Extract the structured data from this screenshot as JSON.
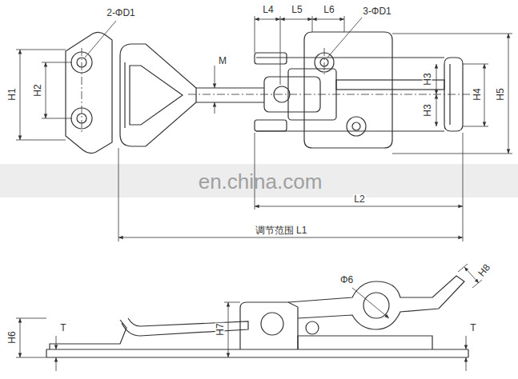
{
  "diagram": {
    "labels": [
      "2-ΦD1",
      "L4",
      "L5",
      "L6",
      "3-ΦD1",
      "M",
      "H1",
      "H2",
      "H3",
      "H3",
      "H4",
      "H5",
      "en.china.com",
      "L2",
      "调节范围 L1",
      "Φ6",
      "H6",
      "T",
      "H7",
      "H8",
      "T"
    ]
  }
}
